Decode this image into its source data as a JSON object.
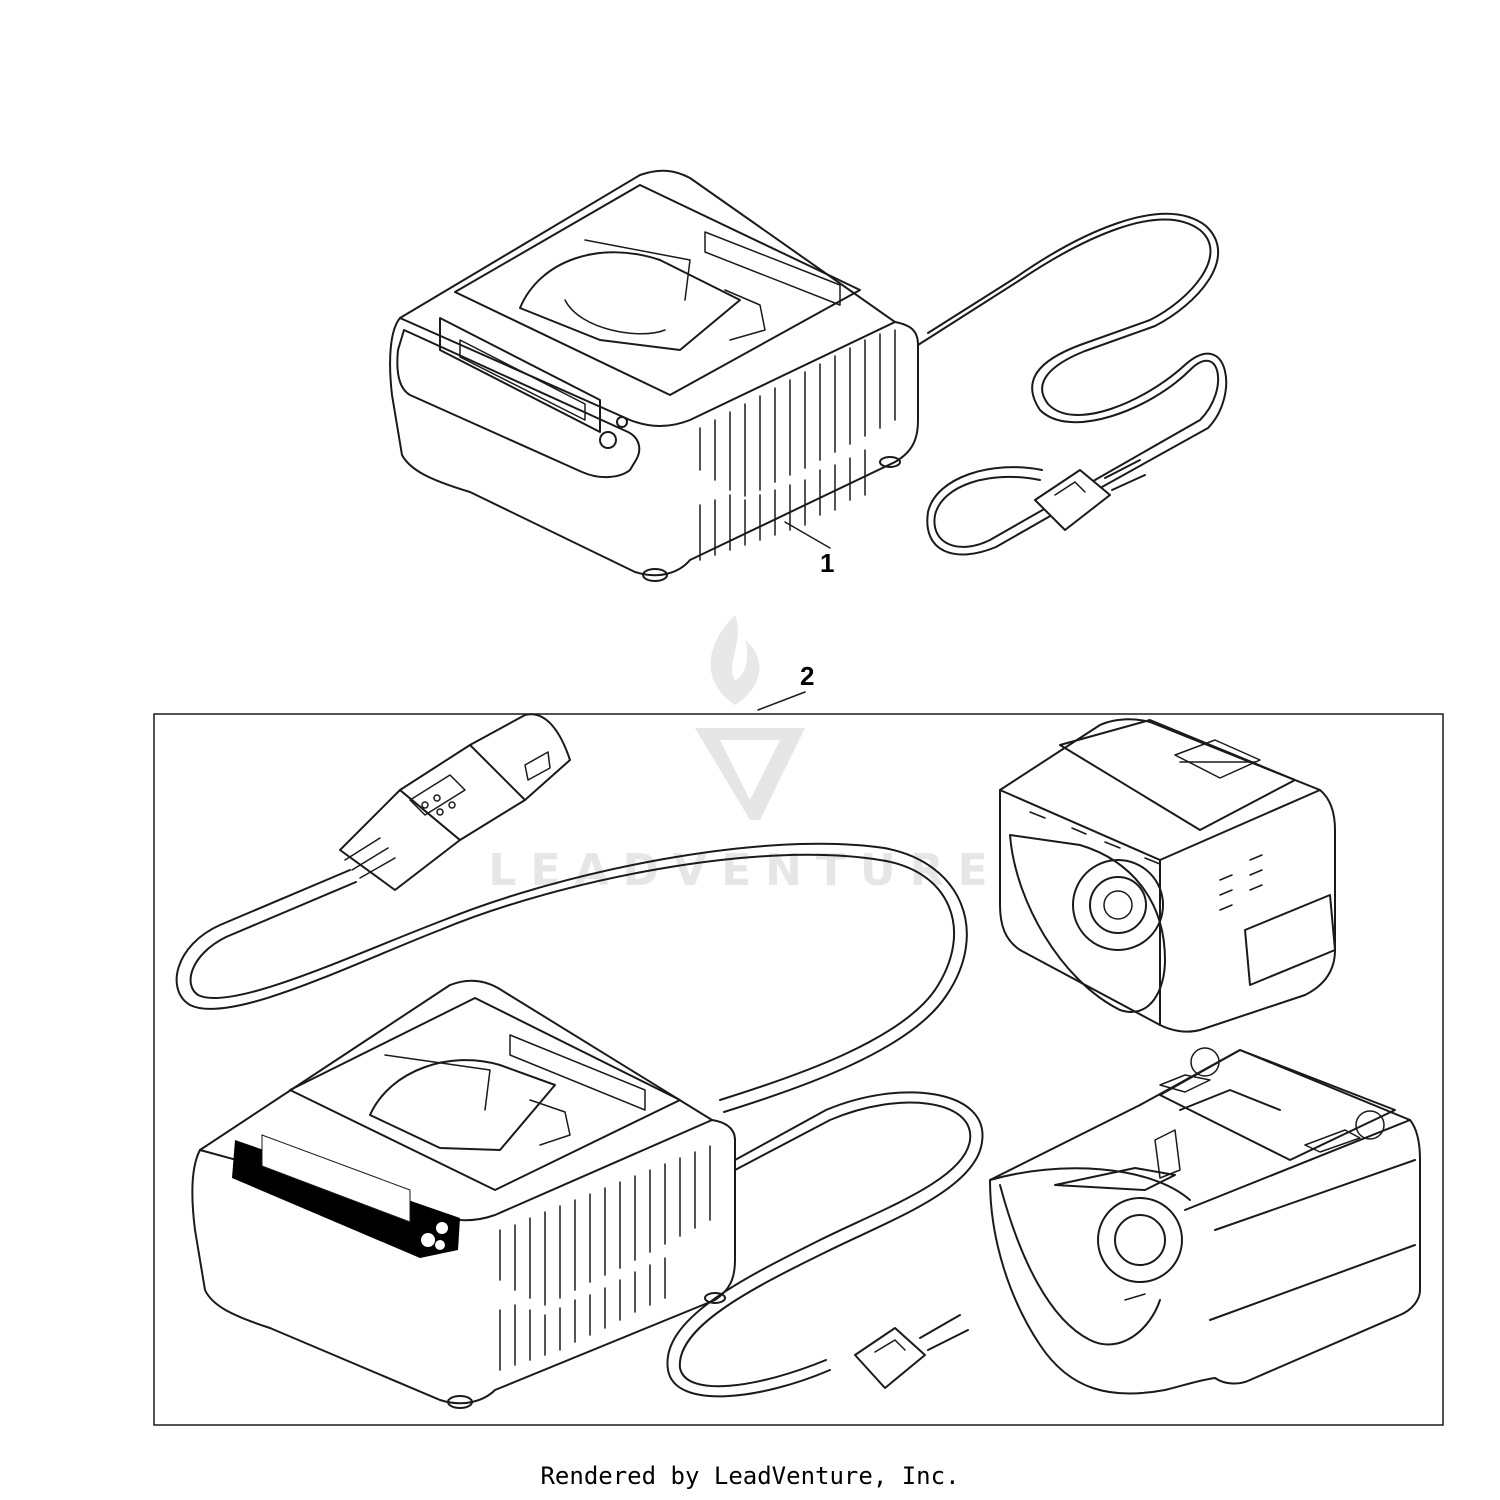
{
  "callouts": {
    "item1": "1",
    "item2": "2"
  },
  "watermark": {
    "text": "LEADVENTURE"
  },
  "footer": {
    "text": "Rendered by LeadVenture, Inc."
  }
}
